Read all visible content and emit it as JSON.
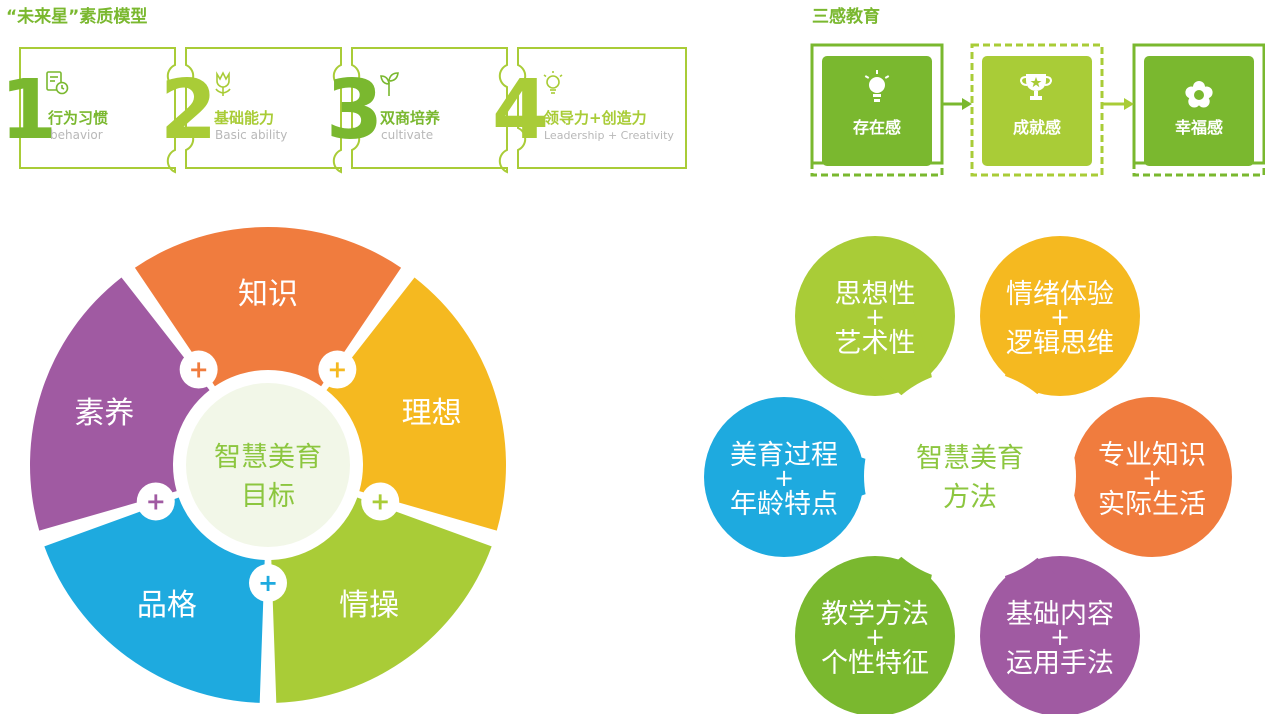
{
  "model": {
    "title": "“未来星”素质模型",
    "items": [
      {
        "num": "1",
        "label": "行为习惯",
        "sub": "behavior",
        "icon": "clock-document-icon"
      },
      {
        "num": "2",
        "label": "基础能力",
        "sub": "Basic ability",
        "icon": "tulip-icon"
      },
      {
        "num": "3",
        "label": "双商培养",
        "sub": "cultivate",
        "icon": "sprout-icon"
      },
      {
        "num": "4",
        "label": "领导力+创造力",
        "sub": "Leadership + Creativity",
        "icon": "lightbulb-icon"
      }
    ]
  },
  "three_senses": {
    "title": "三感教育",
    "items": [
      {
        "label": "存在感",
        "icon": "lightbulb-icon"
      },
      {
        "label": "成就感",
        "icon": "trophy-icon"
      },
      {
        "label": "幸福感",
        "icon": "flower-icon"
      }
    ]
  },
  "goals": {
    "center_line1": "智慧美育",
    "center_line2": "目标",
    "plus": "+",
    "segments": [
      {
        "label": "知识",
        "color": "#f07c3e"
      },
      {
        "label": "理想",
        "color": "#f5b920"
      },
      {
        "label": "情操",
        "color": "#a9cc37"
      },
      {
        "label": "品格",
        "color": "#1eaadf"
      },
      {
        "label": "素养",
        "color": "#a05aa2"
      }
    ]
  },
  "methods": {
    "center_line1": "智慧美育",
    "center_line2": "方法",
    "plus": "+",
    "petals": [
      {
        "line1": "思想性",
        "line2": "艺术性",
        "color": "#a9cc37"
      },
      {
        "line1": "情绪体验",
        "line2": "逻辑思维",
        "color": "#f5b920"
      },
      {
        "line1": "专业知识",
        "line2": "实际生活",
        "color": "#f07c3e"
      },
      {
        "line1": "基础内容",
        "line2": "运用手法",
        "color": "#a05aa2"
      },
      {
        "line1": "教学方法",
        "line2": "个性特征",
        "color": "#7ab82f"
      },
      {
        "line1": "美育过程",
        "line2": "年龄特点",
        "color": "#1eaadf"
      }
    ]
  },
  "colors": {
    "green": "#7ab82f",
    "light_green": "#a9cc37",
    "center_fill": "#f2f7e8"
  }
}
